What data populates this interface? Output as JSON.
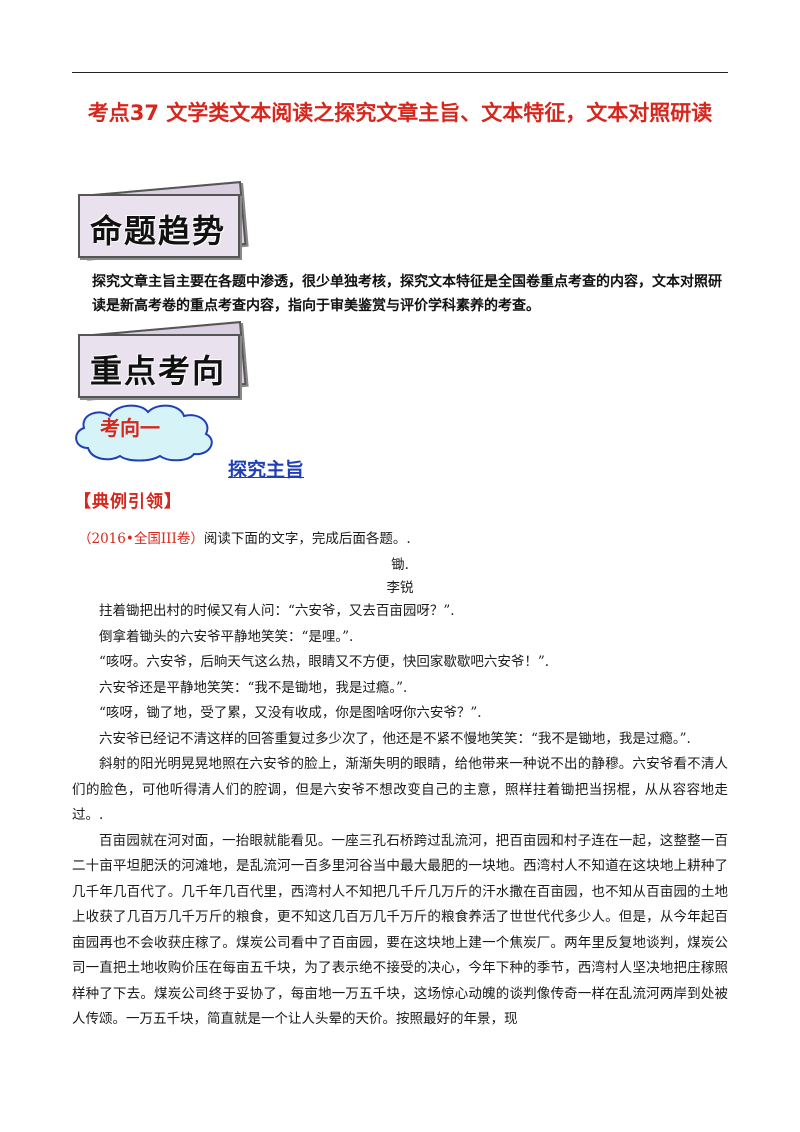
{
  "header": {
    "title": "考点37  文学类文本阅读之探究文章主旨、文本特征，文本对照研读"
  },
  "trend": {
    "banner_label": "命题趋势",
    "description": "探究文章主旨主要在各题中渗透，很少单独考核，探究文本特征是全国卷重点考查的内容，文本对照研读是新高考卷的重点考查内容，指向于审美鉴赏与评价学科素养的考查。"
  },
  "focus": {
    "banner_label": "重点考向"
  },
  "direction": {
    "cloud_label": "考向一",
    "link_text": "探究主旨"
  },
  "example": {
    "heading": "【典例引领】",
    "source": "（2016•全国III卷）",
    "instruction": "阅读下面的文字，完成后面各题。."
  },
  "article": {
    "title": "锄.",
    "author": "李锐",
    "paragraphs": [
      "拄着锄把出村的时候又有人问：“六安爷，又去百亩园呀？”.",
      "倒拿着锄头的六安爷平静地笑笑：“是哩。”.",
      "“咳呀。六安爷，后晌天气这么热，眼睛又不方便，快回家歇歇吧六安爷！”.",
      "六安爷还是平静地笑笑：“我不是锄地，我是过瘾。”.",
      "“咳呀，锄了地，受了累，又没有收成，你是图啥呀你六安爷？”.",
      "六安爷已经记不清这样的回答重复过多少次了，他还是不紧不慢地笑笑：“我不是锄地，我是过瘾。”.",
      "斜射的阳光明晃晃地照在六安爷的脸上，渐渐失明的眼睛，给他带来一种说不出的静穆。六安爷看不清人们的脸色，可他听得清人们的腔调，但是六安爷不想改变自己的主意，照样拄着锄把当拐棍，从从容容地走过。.",
      "百亩园就在河对面，一抬眼就能看见。一座三孔石桥跨过乱流河，把百亩园和村子连在一起，这整整一百二十亩平坦肥沃的河滩地，是乱流河一百多里河谷当中最大最肥的一块地。西湾村人不知道在这块地上耕种了几千年几百代了。几千年几百代里，西湾村人不知把几千斤几万斤的汗水撒在百亩园，也不知从百亩园的土地上收获了几百万几千万斤的粮食，更不知这几百万几千万斤的粮食养活了世世代代多少人。但是，从今年起百亩园再也不会收获庄稼了。煤炭公司看中了百亩园，要在这块地上建一个焦炭厂。两年里反复地谈判，煤炭公司一直把土地收购价压在每亩五千块，为了表示绝不接受的决心，今年下种的季节，西湾村人坚决地把庄稼照样种了下去。煤炭公司终于妥协了，每亩地一万五千块，这场惊心动魄的谈判像传奇一样在乱流河两岸到处被人传颂。一万五千块，简直就是一个让人头晕的天价。按照最好的年景，现"
    ]
  },
  "colors": {
    "accent_red": "#d7261c",
    "link_blue": "#1f3fb8",
    "banner_fill": "#e9e2ee",
    "cloud_fill": "#d6f4f8"
  }
}
